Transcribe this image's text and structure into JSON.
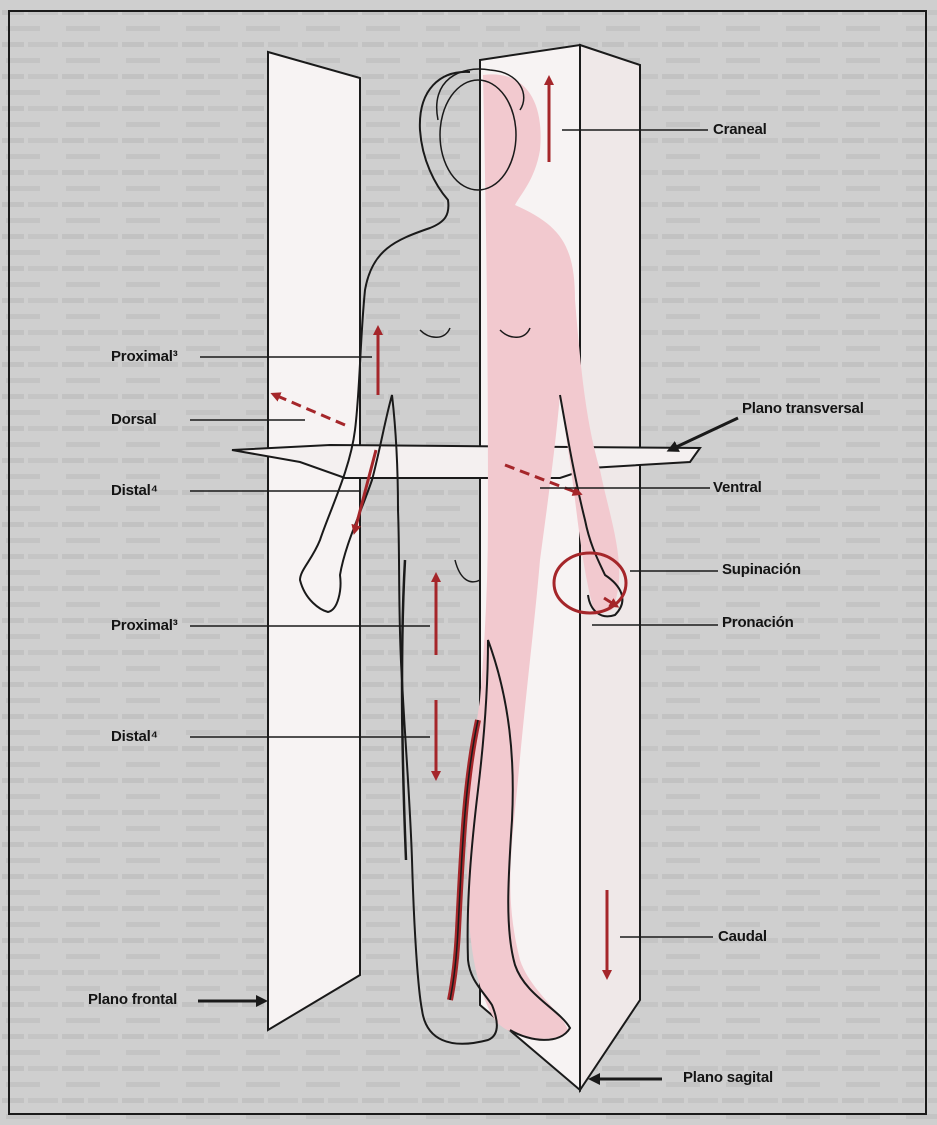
{
  "labels": {
    "craneal": "Craneal",
    "proximal_upper": "Proximal³",
    "dorsal": "Dorsal",
    "plano_transversal": "Plano transversal",
    "distal_upper": "Distal⁴",
    "ventral": "Ventral",
    "supinacion": "Supinación",
    "pronacion": "Pronación",
    "proximal_lower": "Proximal³",
    "distal_lower": "Distal⁴",
    "caudal": "Caudal",
    "plano_frontal": "Plano frontal",
    "plano_sagital": "Plano sagital"
  },
  "colors": {
    "arrow_red": "#a5262a",
    "plane_fill": "#f7f3f3",
    "sagittal_tint": "#f2c9cf",
    "background": "#cfcfcf",
    "ink": "#141414"
  }
}
